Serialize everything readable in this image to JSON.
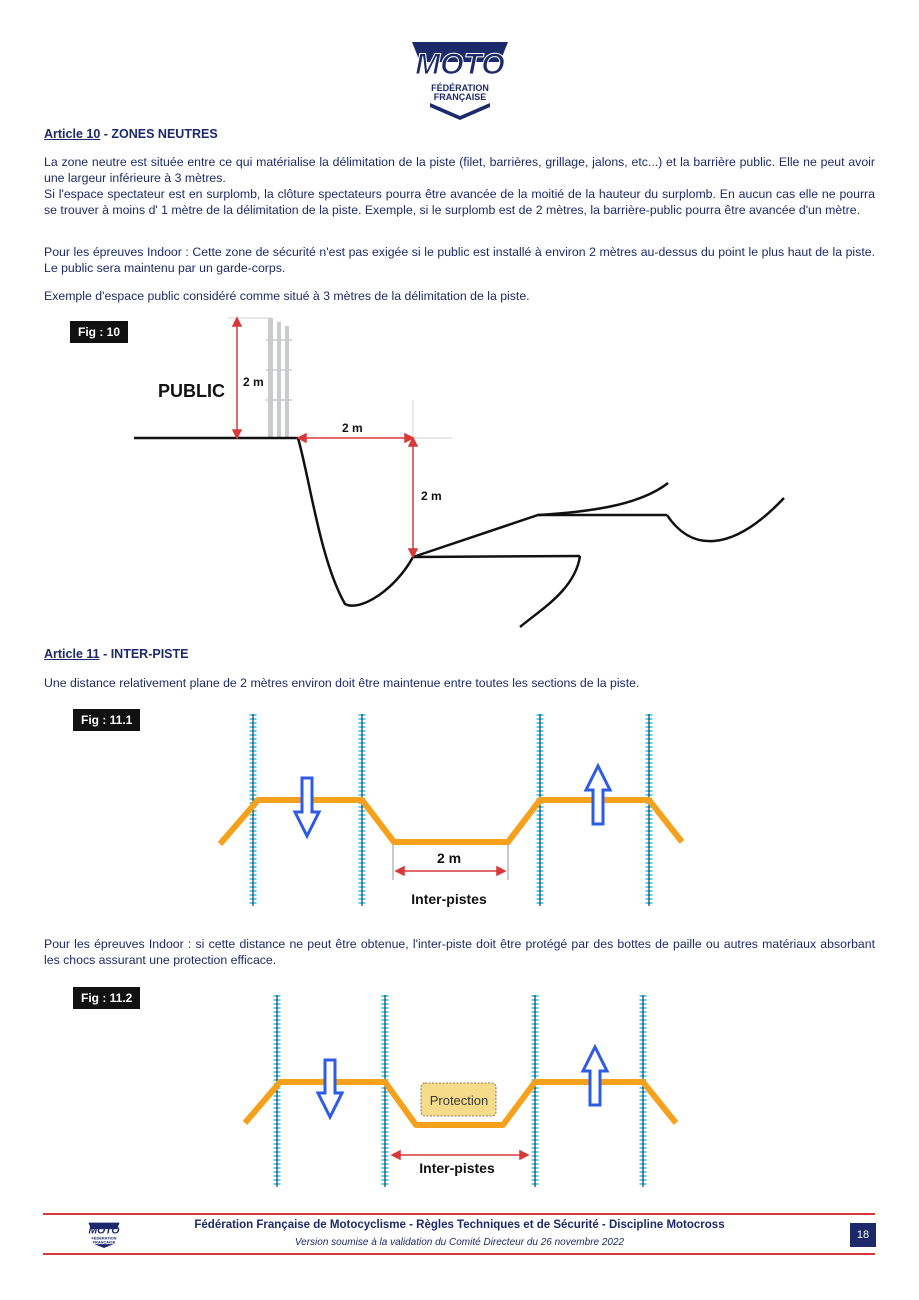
{
  "logo": {
    "word": "MOTO",
    "line1": "FÉDÉRATION",
    "line2": "FRANÇAISE"
  },
  "article10": {
    "label": "Article 10",
    "title": " - ZONES NEUTRES",
    "p1": "La zone neutre est située entre ce qui matérialise la délimitation de la piste (filet, barrières, grillage, jalons, etc...) et la barrière public. Elle ne peut avoir une largeur inférieure à 3 mètres.",
    "p2": "Si l'espace spectateur est en surplomb, la clôture spectateurs pourra être avancée de la moitié de la hauteur du surplomb. En aucun cas elle ne pourra se trouver à moins d' 1 mètre de la délimitation de la piste. Exemple, si le surplomb est de 2 mètres, la barrière-public pourra être avancée d'un mètre.",
    "p3": "Pour les épreuves Indoor : Cette zone de sécurité n'est pas exigée si le public est installé à environ 2 mètres au-dessus du point le plus haut de la piste. Le public sera maintenu par un garde-corps.",
    "p4": "Exemple d'espace public considéré comme situé à 3 mètres de la délimitation de la piste."
  },
  "fig10": {
    "tag": "Fig : 10",
    "public": "PUBLIC",
    "dim_fence": "2 m",
    "dim_horizontal": "2 m",
    "dim_drop": "2 m"
  },
  "article11": {
    "label": "Article 11",
    "title": " - INTER-PISTE",
    "p1": "Une distance relativement plane de 2 mètres environ doit être maintenue entre toutes les sections de la piste.",
    "p2": "Pour les épreuves Indoor : si cette distance ne peut être obtenue, l'inter-piste doit être protégé par des bottes de paille ou autres matériaux absorbant les chocs assurant une protection efficace."
  },
  "fig11_1": {
    "tag": "Fig : 11.1",
    "dim": "2 m",
    "label": "Inter-pistes"
  },
  "fig11_2": {
    "tag": "Fig : 11.2",
    "protection": "Protection",
    "label": "Inter-pistes"
  },
  "footer": {
    "title": "Fédération Française de Motocyclisme - Règles Techniques et de Sécurité - Discipline Motocross",
    "subtitle": "Version soumise à la validation du Comité Directeur du 26 novembre 2022",
    "page": "18"
  },
  "colors": {
    "navy": "#1c2a6b",
    "red": "#d93838",
    "orange": "#f5a11c",
    "blue": "#2d5be3",
    "cyan": "#5bd3f0"
  }
}
